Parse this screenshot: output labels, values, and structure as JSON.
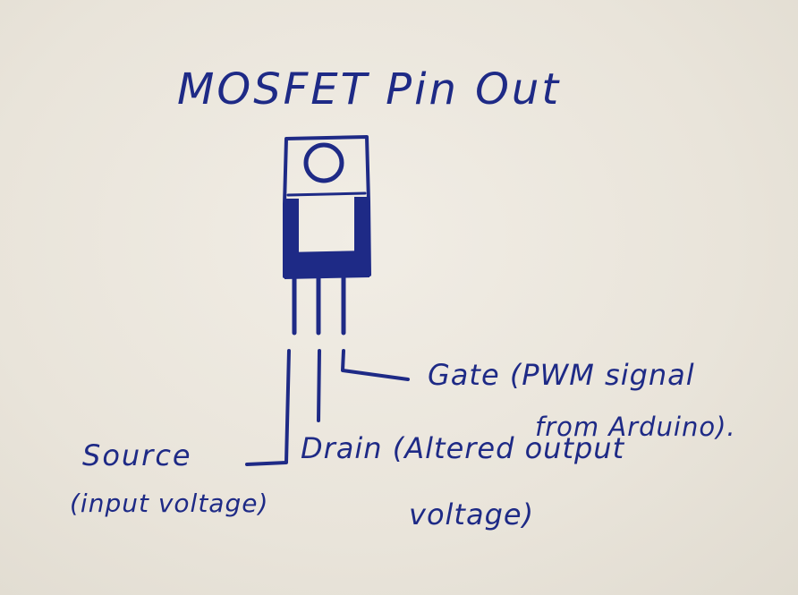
{
  "title": "MOSFET Pin Out",
  "pins": {
    "gate": {
      "line1": "Gate (PWM signal",
      "line2": "from Arduino)."
    },
    "source": {
      "line1": "Source",
      "line2": "(input voltage)"
    },
    "drain": {
      "line1": "Drain (Altered output",
      "line2": "voltage)"
    }
  },
  "ink_color": "#1e2a86"
}
